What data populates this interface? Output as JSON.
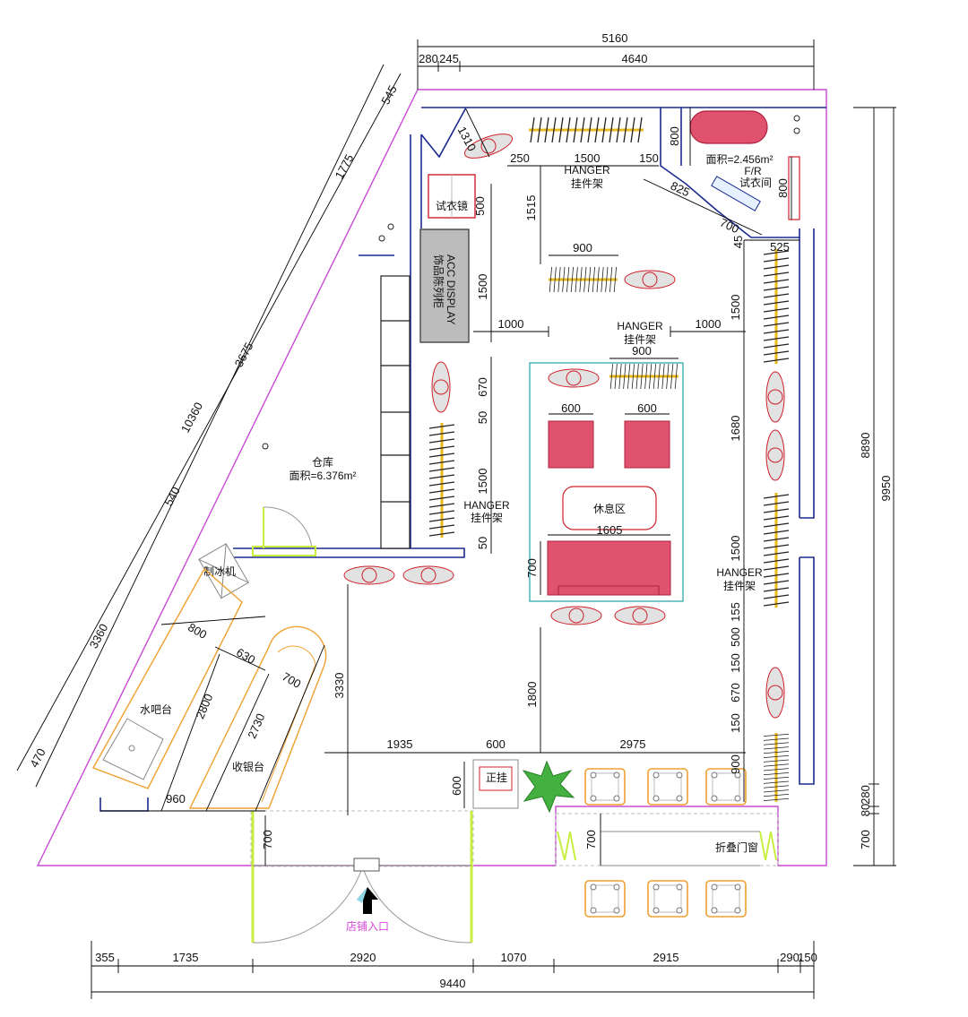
{
  "colors": {
    "outline": "#c84bd6",
    "wall": "#1b2a8f",
    "dimension": "#000000",
    "furniture_red": "#e0526d",
    "oval_fill": "#e0e0e0",
    "oval_stroke": "#d0202a",
    "orange": "#f0a030",
    "door_green": "#c8ef40",
    "lounge_frame": "#20a0a8",
    "hanger_yellow": "#e8b818",
    "plant": "#44b040",
    "store_entrance": "#d24ad8"
  },
  "dimensions": {
    "top_total": "5160",
    "top_a": "280",
    "top_b": "245",
    "top_c": "4640",
    "left_diag_1": "545",
    "left_diag_2": "1775",
    "left_diag_3": "3675",
    "left_diag_total": "10360",
    "left_diag_4": "540",
    "left_diag_5": "3360",
    "left_diag_6": "470",
    "right_total": "9950",
    "right_a": "8890",
    "right_b": "280",
    "right_c": "80",
    "right_d": "700",
    "bottom_total": "9440",
    "bottom_a": "355",
    "bottom_b": "1735",
    "bottom_c": "2920",
    "bottom_d": "1070",
    "bottom_e": "2915",
    "bottom_f": "290",
    "bottom_g": "150"
  },
  "inner_dims": {
    "d1310": "1310",
    "d1500_top": "1500",
    "d250": "250",
    "d150": "150",
    "d800_fr": "800",
    "d800_fr_side": "800",
    "d825": "825",
    "d700_fr": "700",
    "d45": "45",
    "d525": "525",
    "d500_mirror": "500",
    "d1515": "1515",
    "d900_top": "900",
    "d1500_acc": "1500",
    "d1000_left": "1000",
    "d1000_right": "1000",
    "d900_mid": "900",
    "d670_left": "670",
    "d50_left_a": "50",
    "d1500_left": "1500",
    "d50_left_b": "50",
    "d1500_right_top": "1500",
    "d1680": "1680",
    "d1500_right_mid": "1500",
    "d155": "155",
    "d500_right": "500",
    "d150_right": "150",
    "d670_right": "670",
    "d150_right_b": "150",
    "d900_right": "900",
    "d600_a": "600",
    "d600_b": "600",
    "d1605": "1605",
    "d700_sofa": "700",
    "d1800": "1800",
    "d3330": "3330",
    "d1935": "1935",
    "d600_c": "600",
    "d2975": "2975",
    "d600_hang": "600",
    "d800_bar": "800",
    "d630": "630",
    "d700_cash": "700",
    "d2800": "2800",
    "d2730": "2730",
    "d960": "960",
    "d700_door": "700",
    "d700_window": "700"
  },
  "labels": {
    "hanger_top_en": "HANGER",
    "hanger_top_cn": "挂件架",
    "fitting_area": "面积=2.456m²",
    "fitting_en": "F/R",
    "fitting_cn": "试衣间",
    "mirror": "试衣镜",
    "acc_en": "ACC DISPLAY",
    "acc_cn": "饰品陈列柜",
    "hanger_mid_en": "HANGER",
    "hanger_mid_cn": "挂件架",
    "storage": "仓库",
    "storage_area": "面积=6.376m²",
    "hanger_left_en": "HANGER",
    "hanger_left_cn": "挂件架",
    "lounge": "休息区",
    "hanger_right_en": "HANGER",
    "hanger_right_cn": "挂件架",
    "ice_machine": "制冰机",
    "water_bar": "水吧台",
    "cashier": "收银台",
    "main_hang": "正挂",
    "folding_window": "折叠门窗",
    "entrance": "店铺入口"
  }
}
